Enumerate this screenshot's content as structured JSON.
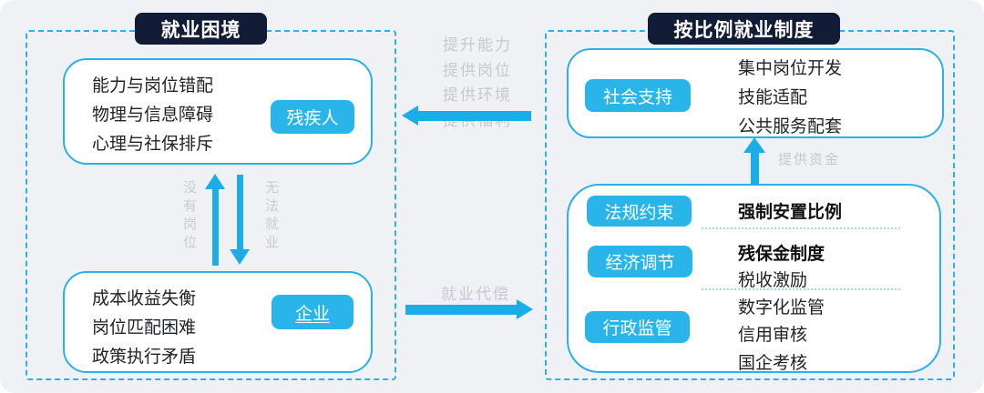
{
  "colors": {
    "cyan": "#29b1e8",
    "arrow_cyan": "#1aade8",
    "navy": "#131c36",
    "bg": "#eff1f4",
    "gray_label": "#c6c9ce",
    "separator": "#a9daf1"
  },
  "left_panel": {
    "title": "就业困境",
    "disabled_box": {
      "lines": [
        "能力与岗位错配",
        "物理与信息障碍",
        "心理与社保排斥"
      ],
      "badge": "残疾人"
    },
    "exchange": {
      "no_jobs_label": "没有岗位",
      "cannot_work_label": "无法就业"
    },
    "enterprise_box": {
      "lines": [
        "成本收益失衡",
        "岗位匹配困难",
        "政策执行矛盾"
      ],
      "badge": "企业"
    }
  },
  "flows": {
    "support_labels": [
      "提升能力",
      "提供岗位",
      "提供环境",
      "提供福利"
    ],
    "compensation_label": "就业代偿",
    "funding_label": "提供资金"
  },
  "right_panel": {
    "title": "按比例就业制度",
    "support_box": {
      "badge": "社会支持",
      "lines": [
        "集中岗位开发",
        "技能适配",
        "公共服务配套"
      ]
    },
    "policy_box": {
      "badges": [
        "法规约束",
        "经济调节",
        "行政监管"
      ],
      "items": [
        "强制安置比例",
        "残保金制度",
        "税收激励",
        "数字化监管",
        "信用审核",
        "国企考核"
      ]
    }
  }
}
